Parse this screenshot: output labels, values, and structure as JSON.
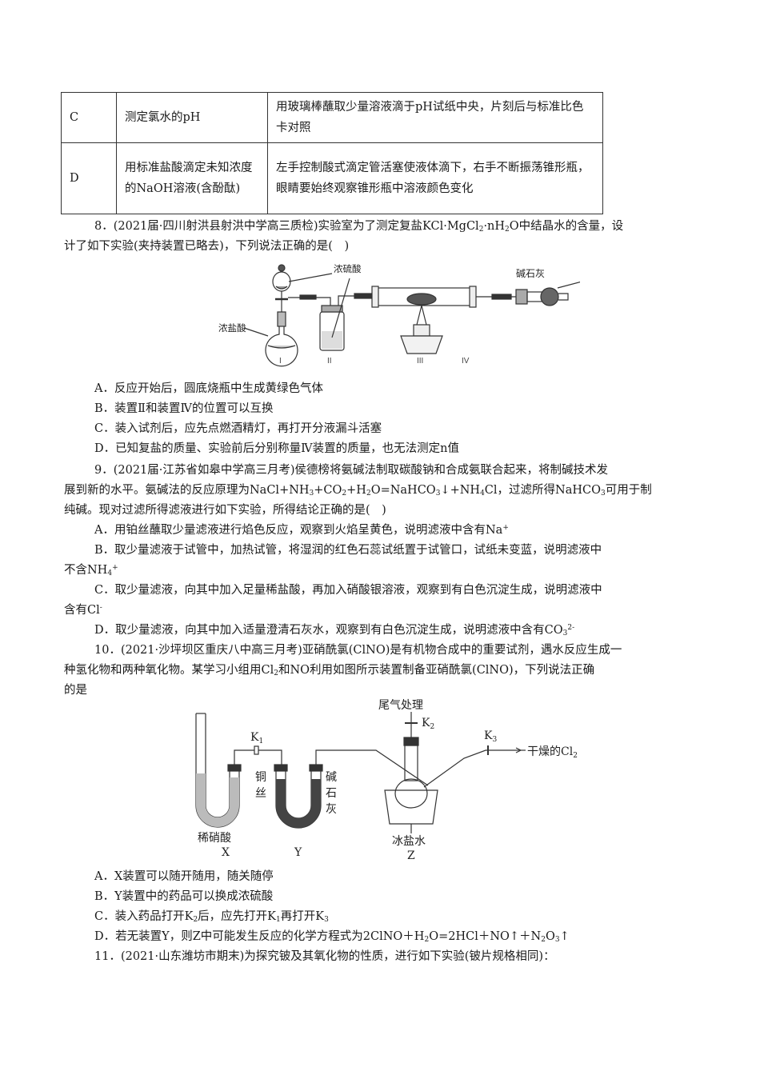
{
  "table": {
    "rows": [
      {
        "option": "C",
        "experiment": "测定氯水的pH",
        "operation": "用玻璃棒蘸取少量溶液滴于pH试纸中央，片刻后与标准比色卡对照"
      },
      {
        "option": "D",
        "experiment": "用标准盐酸滴定未知浓度的NaOH溶液(含酚酞)",
        "operation": "左手控制酸式滴定管活塞使液体滴下，右手不断振荡锥形瓶，眼睛要始终观察锥形瓶中溶液颜色变化"
      }
    ]
  },
  "q8": {
    "line1_pre": "8．(2021届·四川射洪县射洪中学高三质检)实验室为了测定复盐KCl·MgCl",
    "line1_sub": "2",
    "line1_mid": "·nH",
    "line1_sub2": "2",
    "line1_post": "O中结晶水的含量，设",
    "line2": "计了如下实验(夹持装置已略去)，下列说法正确的是(　)",
    "figure": {
      "labels": {
        "conc_sulfuric": "浓硫酸",
        "soda_lime": "碱石灰",
        "conc_hcl": "浓盐酸"
      },
      "apparatus": [
        "I",
        "II",
        "III",
        "IV"
      ]
    },
    "options": [
      "A．反应开始后，圆底烧瓶中生成黄绿色气体",
      "B．装置Ⅱ和装置Ⅳ的位置可以互换",
      "C．装入试剂后，应先点燃酒精灯，再打开分液漏斗活塞",
      "D．已知复盐的质量、实验前后分别称量Ⅳ装置的质量，也无法测定n值"
    ]
  },
  "q9": {
    "line1": "9．(2021届·江苏省如皋中学高三月考)侯德榜将氨碱法制取碳酸钠和合成氨联合起来，将制碱技术发",
    "line2_a": "展到新的水平。氨碱法的反应原理为NaCl+NH",
    "line2_b": "+CO",
    "line2_c": "+H",
    "line2_d": "O=NaHCO",
    "line2_e": "↓+NH",
    "line2_f": "Cl，过滤所得NaHCO",
    "line2_g": "可用于制",
    "line3": "纯碱。现对过滤所得滤液进行如下实验，所得结论正确的是(　)",
    "optA": "A．用铂丝蘸取少量滤液进行焰色反应，观察到火焰呈黄色，说明滤液中含有Na",
    "optB1": "B．取少量滤液于试管中，加热试管，将湿润的红色石蕊试纸置于试管口，试纸未变蓝，说明滤液中",
    "optB2": "不含NH",
    "optC1": "C．取少量滤液，向其中加入足量稀盐酸，再加入硝酸银溶液，观察到有白色沉淀生成，说明滤液中",
    "optC2": "含有Cl",
    "optD": "D．取少量滤液，向其中加入适量澄清石灰水，观察到有白色沉淀生成，说明滤液中含有CO"
  },
  "q10": {
    "line1": "10．(2021·沙坪坝区重庆八中高三月考)亚硝酰氯(ClNO)是有机物合成中的重要试剂，遇水反应生成一",
    "line2_a": "种氢化物和两种氧化物。某学习小组用Cl",
    "line2_b": "和NO利用如图所示装置制备亚硝酰氯(ClNO)，下列说法正确",
    "line3": "的是",
    "figure": {
      "labels": {
        "tail_gas": "尾气处理",
        "k1": "K",
        "k2": "K",
        "k3": "K",
        "copper_wire_1": "铜",
        "copper_wire_2": "丝",
        "soda_lime_1": "碱",
        "soda_lime_2": "石",
        "soda_lime_3": "灰",
        "dilute_nitric": "稀硝酸",
        "dry_cl2": "干燥的Cl",
        "ice_salt_water": "冰盐水",
        "x": "X",
        "y": "Y",
        "z": "Z"
      }
    },
    "optA": "A．X装置可以随开随用，随关随停",
    "optB": "B．Y装置中的药品可以换成浓硫酸",
    "optC_a": "C．装入药品打开K",
    "optC_b": "后，应先打开K",
    "optC_c": "再打开K",
    "optD_a": "D．若无装置Y，则Z中可能发生反应的化学方程式为2ClNO＋H",
    "optD_b": "O=2HCl＋NO↑＋N",
    "optD_c": "O",
    "optD_d": "↑"
  },
  "q11": {
    "line1": "11．(2021·山东潍坊市期末)为探究铍及其氧化物的性质，进行如下实验(铍片规格相同)："
  },
  "sub": {
    "n1": "1",
    "n2": "2",
    "n3": "3",
    "n4": "4"
  },
  "sup": {
    "plus": "+",
    "minus": "-",
    "two_minus": "2-"
  }
}
